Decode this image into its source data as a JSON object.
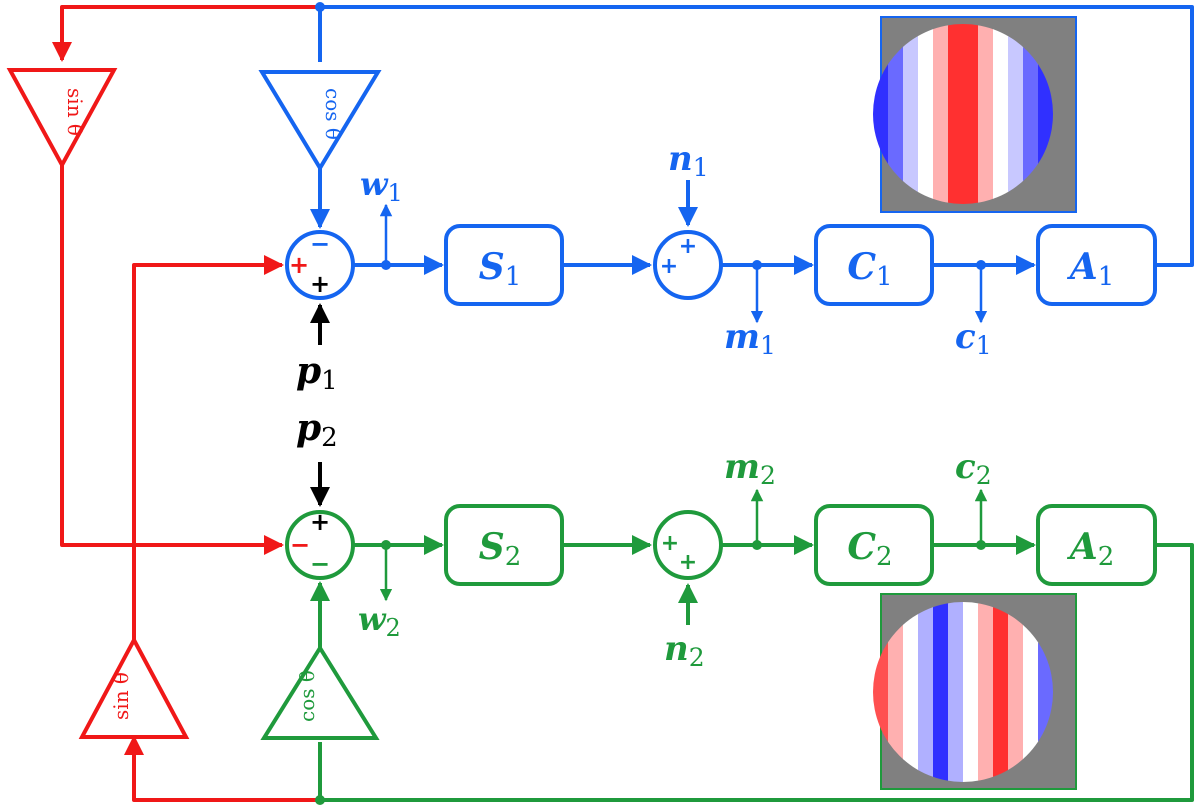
{
  "colors": {
    "blue": "#1565f0",
    "green": "#1f9a3c",
    "red": "#f01818",
    "black": "#000000",
    "gray": "#808080"
  },
  "channel1": {
    "weight": {
      "base": "w",
      "sub": "1"
    },
    "sensor": {
      "base": "S",
      "sub": "1"
    },
    "noise": {
      "base": "n",
      "sub": "1"
    },
    "measure": {
      "base": "m",
      "sub": "1"
    },
    "controller": {
      "base": "C",
      "sub": "1"
    },
    "command": {
      "base": "c",
      "sub": "1"
    },
    "actuator": {
      "base": "A",
      "sub": "1"
    },
    "gain_cos": "cos θ",
    "gain_sin": "sin θ",
    "input": {
      "base": "p",
      "sub": "1"
    },
    "sum1_signs": {
      "top": "−",
      "left": "+",
      "bottom": "+"
    },
    "sum2_signs": {
      "top": "+",
      "left": "+"
    }
  },
  "channel2": {
    "weight": {
      "base": "w",
      "sub": "2"
    },
    "sensor": {
      "base": "S",
      "sub": "2"
    },
    "noise": {
      "base": "n",
      "sub": "2"
    },
    "measure": {
      "base": "m",
      "sub": "2"
    },
    "controller": {
      "base": "C",
      "sub": "2"
    },
    "command": {
      "base": "c",
      "sub": "2"
    },
    "actuator": {
      "base": "A",
      "sub": "2"
    },
    "gain_cos": "cos θ",
    "gain_sin": "sin θ",
    "input": {
      "base": "p",
      "sub": "2"
    },
    "sum1_signs": {
      "top": "+",
      "left": "−",
      "bottom": "−"
    },
    "sum2_signs": {
      "left": "+",
      "bottom": "+"
    }
  },
  "pupil_images": [
    {
      "name": "mode-1-pattern",
      "stripes": [
        "#3030ff",
        "#6a6aff",
        "#c8c8ff",
        "#ffffff",
        "#ffb0b0",
        "#ff3030",
        "#ff3030",
        "#ffb0b0",
        "#ffffff",
        "#c8c8ff",
        "#6a6aff",
        "#3030ff"
      ]
    },
    {
      "name": "mode-2-pattern",
      "stripes": [
        "#ff5050",
        "#ffb0b0",
        "#ffffff",
        "#b0b0ff",
        "#3030ff",
        "#b0b0ff",
        "#ffffff",
        "#ffb0b0",
        "#ff3030",
        "#ffb0b0",
        "#ffffff",
        "#6a6aff"
      ]
    }
  ]
}
